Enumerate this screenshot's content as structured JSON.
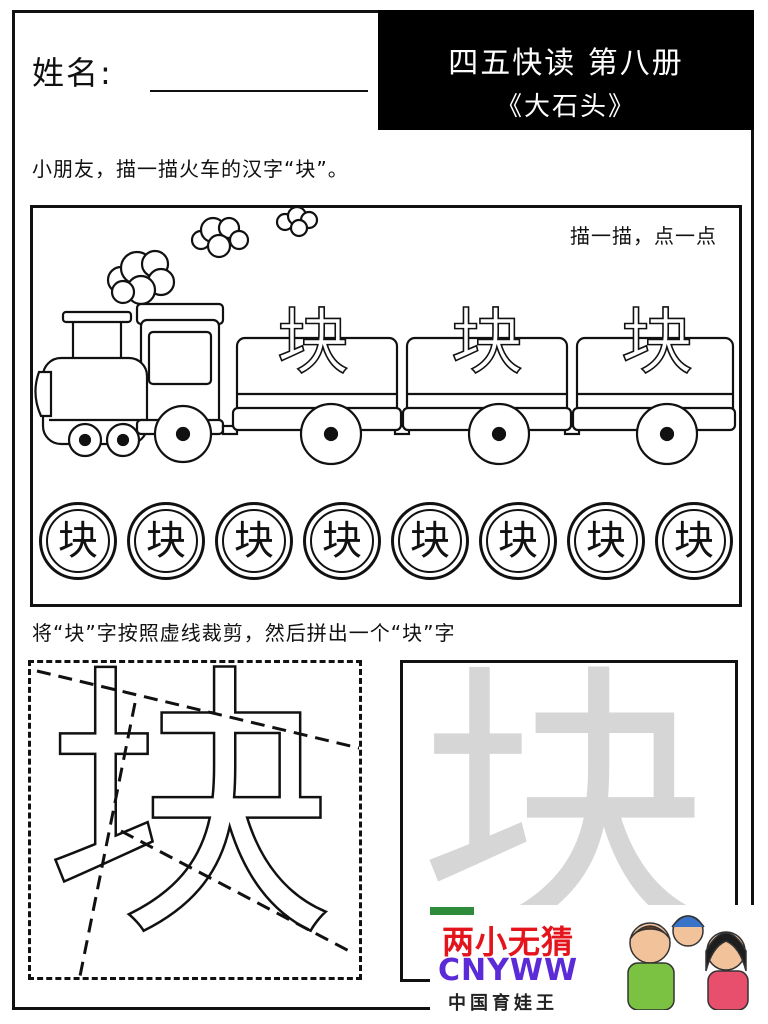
{
  "header": {
    "name_label": "姓名:",
    "title_main": "四五快读 第八册",
    "title_sub": "《大石头》"
  },
  "section1": {
    "instruction": "小朋友，描一描火车的汉字“块”。",
    "hint": "描一描，点一点",
    "train_chars": [
      "块",
      "块",
      "块"
    ],
    "circle_chars": [
      "块",
      "块",
      "块",
      "块",
      "块",
      "块",
      "块",
      "块"
    ]
  },
  "section2": {
    "instruction": "将“块”字按照虚线裁剪，然后拼出一个“块”字",
    "cut_char": "块",
    "paste_char": "块"
  },
  "watermark": {
    "line1": "两小无猜",
    "line2": "CNYWW",
    "line3": "中国育娃王",
    "colors": {
      "line1": "#e4141c",
      "line2": "#5a2bd6",
      "bar": "#2e8b3a"
    }
  }
}
